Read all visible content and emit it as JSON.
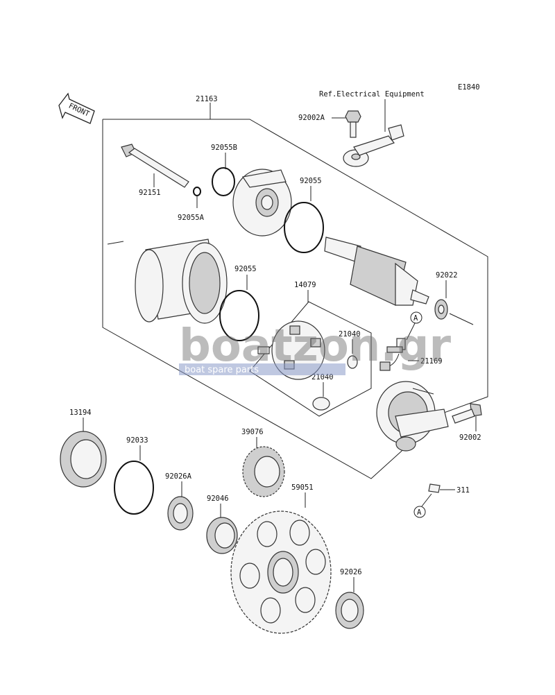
{
  "diagram": {
    "code": "E1840",
    "reference": "Ref.Electrical Equipment",
    "front_label": "FRONT",
    "callout_a": "A",
    "parts": {
      "p21163": "21163",
      "p92002A": "92002A",
      "p92055B": "92055B",
      "p92151": "92151",
      "p92055A": "92055A",
      "p92055": "92055",
      "p92055_2": "92055",
      "p92022": "92022",
      "p14079": "14079",
      "p21040": "21040",
      "p21040_2": "21040",
      "p21169": "21169",
      "p92002": "92002",
      "p13194": "13194",
      "p92033": "92033",
      "p39076": "39076",
      "p92026A": "92026A",
      "p92046": "92046",
      "p59051": "59051",
      "p311": "311",
      "p92026": "92026"
    }
  },
  "watermark": {
    "brand": "boatzon.gr",
    "tagline": "boat spare parts"
  }
}
